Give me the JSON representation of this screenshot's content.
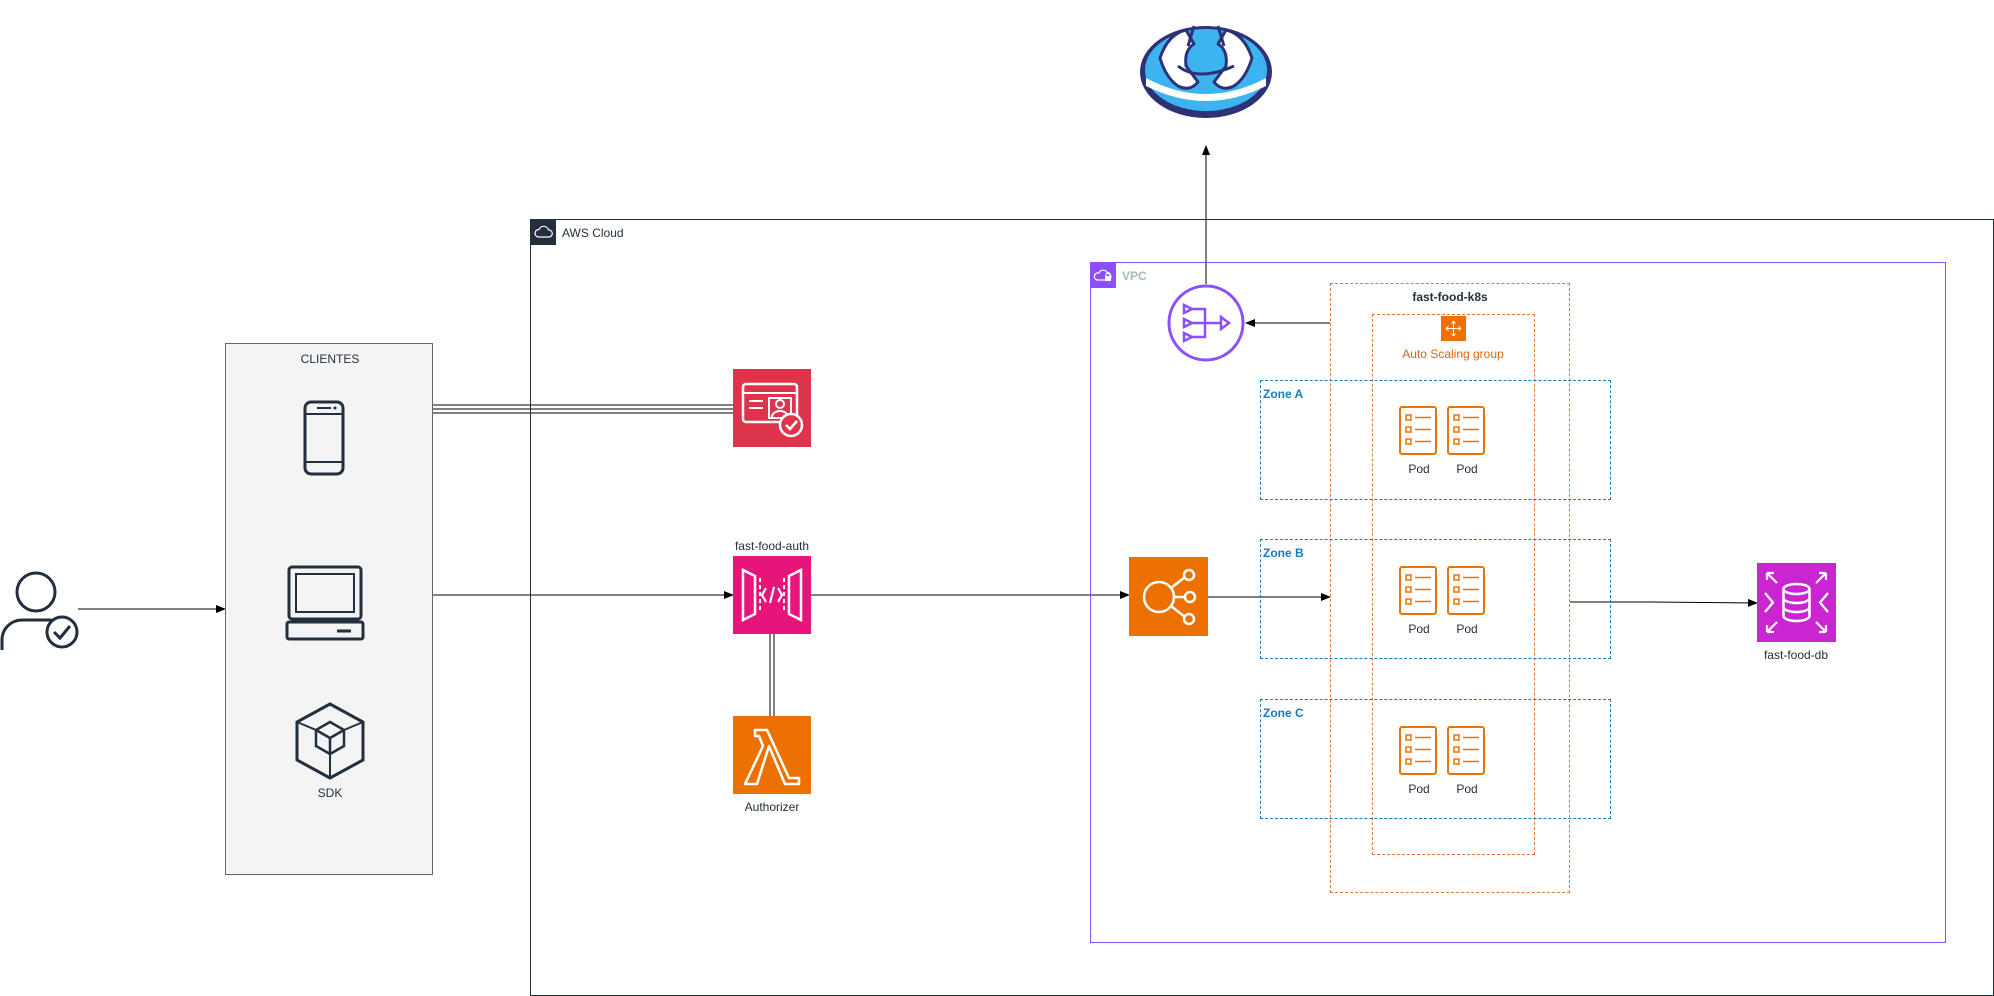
{
  "aws_cloud": {
    "title": "AWS Cloud"
  },
  "vpc": {
    "title": "VPC"
  },
  "clients_group": {
    "title": "CLIENTES",
    "sdk_label": "SDK"
  },
  "cluster": {
    "title": "fast-food-k8s"
  },
  "autoscaling": {
    "title": "Auto Scaling group"
  },
  "zones": [
    {
      "title": "Zone A",
      "pods": [
        "Pod",
        "Pod"
      ]
    },
    {
      "title": "Zone B",
      "pods": [
        "Pod",
        "Pod"
      ]
    },
    {
      "title": "Zone C",
      "pods": [
        "Pod",
        "Pod"
      ]
    }
  ],
  "services": {
    "api_gateway": {
      "label": "fast-food-auth"
    },
    "lambda": {
      "label": "Authorizer"
    },
    "rds": {
      "label": "fast-food-db"
    }
  },
  "colors": {
    "cloud_border": "#232f3e",
    "vpc_border": "#8c4fff",
    "zone_border": "#147eba",
    "asg_border": "#e07941",
    "api_gateway": "#e7157b",
    "lambda": "#ed7100",
    "load_balancer": "#ed7100",
    "rds": "#c925d1",
    "cognito": "#dd344c",
    "nat_gateway": "#8c4fff",
    "external_logo": "#3cb4f0"
  },
  "icons": {
    "user": "user-check-icon",
    "mobile": "mobile-phone-icon",
    "desktop": "laptop-icon",
    "sdk": "sdk-cube-icon",
    "cognito": "cognito-identity-card-icon",
    "api_gateway": "api-gateway-icon",
    "lambda": "lambda-icon",
    "load_balancer": "load-balancer-icon",
    "nat_gateway": "nat-gateway-icon",
    "rds": "rds-database-icon",
    "pod": "pod-icon",
    "external": "handshake-logo-icon"
  }
}
